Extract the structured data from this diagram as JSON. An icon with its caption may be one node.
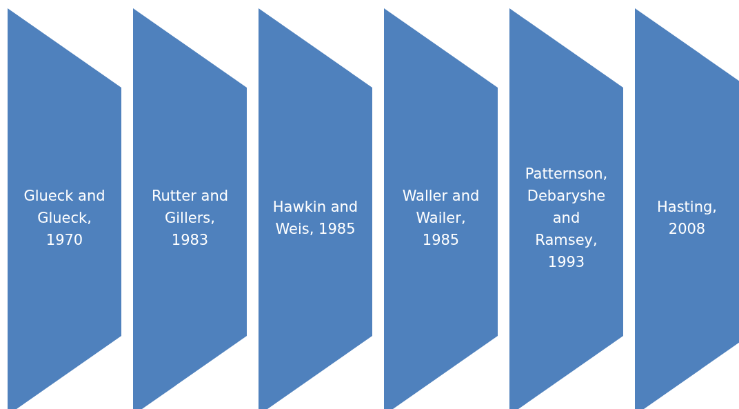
{
  "diagram": {
    "nodes": [
      {
        "text": [
          "Glueck and Glueck, 1970"
        ]
      },
      {
        "text": [
          "Rutter and Gillers, 1983"
        ]
      },
      {
        "text": [
          "Hawkin and Weis, 1985"
        ]
      },
      {
        "text": [
          "Waller and Wailer, 1985"
        ]
      },
      {
        "text": [
          "Patternson, Debaryshe and Ramsey, 1993"
        ]
      },
      {
        "text": [
          "Hasting, 2008"
        ]
      }
    ]
  }
}
